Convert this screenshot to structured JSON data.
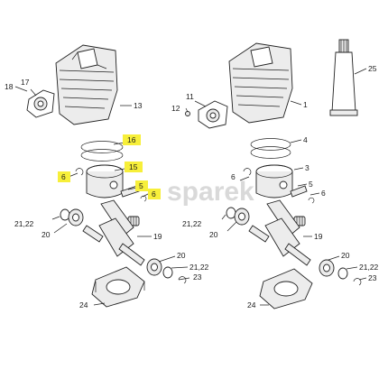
{
  "watermark": "sparek",
  "colors": {
    "highlight": "#f7ef3a",
    "line": "#222222",
    "watermark": "#d9d9d9"
  },
  "left_assembly": {
    "labels": [
      "18",
      "17",
      "13",
      "16",
      "15",
      "6",
      "5",
      "6",
      "21,22",
      "20",
      "19",
      "20",
      "21,22",
      "23",
      "24"
    ]
  },
  "right_assembly": {
    "labels": [
      "25",
      "11",
      "12",
      "1",
      "4",
      "6",
      "3",
      "5",
      "6",
      "21,22",
      "20",
      "19",
      "20",
      "21,22",
      "23",
      "24"
    ]
  }
}
